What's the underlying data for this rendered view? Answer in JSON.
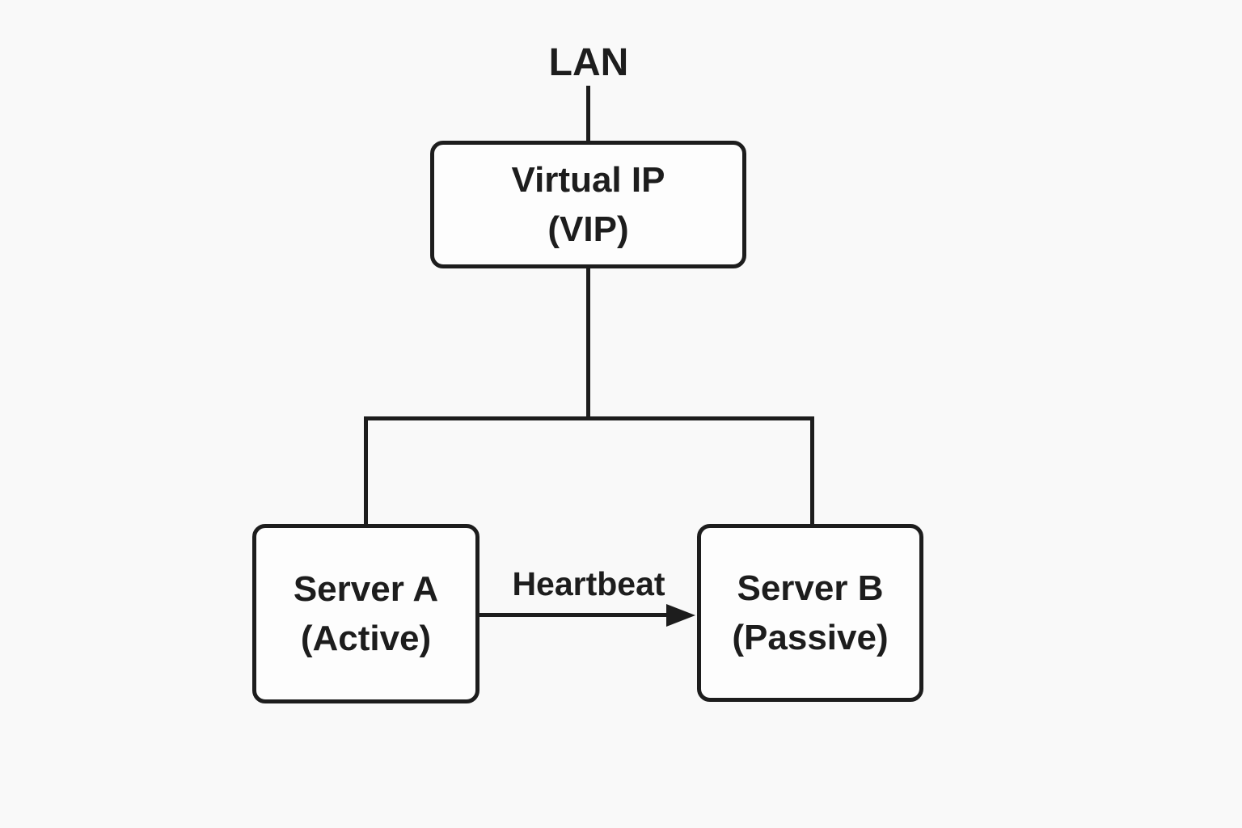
{
  "colors": {
    "bg": "#f9f9f9",
    "stroke": "#1d1d1d",
    "box_fill": "#fdfdfd",
    "text": "#1d1d1d"
  },
  "diagram": {
    "type": "network-failover-topology",
    "nodes": {
      "lan": {
        "label": "LAN"
      },
      "vip": {
        "line1": "Virtual IP",
        "line2": "(VIP)"
      },
      "server_a": {
        "line1": "Server A",
        "line2": "(Active)"
      },
      "server_b": {
        "line1": "Server B",
        "line2": "(Passive)"
      }
    },
    "edges": {
      "lan_to_vip": {
        "from": "lan",
        "to": "vip",
        "style": "plain"
      },
      "vip_to_server_a": {
        "from": "vip",
        "to": "server_a",
        "style": "plain"
      },
      "vip_to_server_b": {
        "from": "vip",
        "to": "server_b",
        "style": "plain"
      },
      "heartbeat": {
        "label": "Heartbeat",
        "from": "server_a",
        "to": "server_b",
        "style": "arrow"
      }
    }
  }
}
